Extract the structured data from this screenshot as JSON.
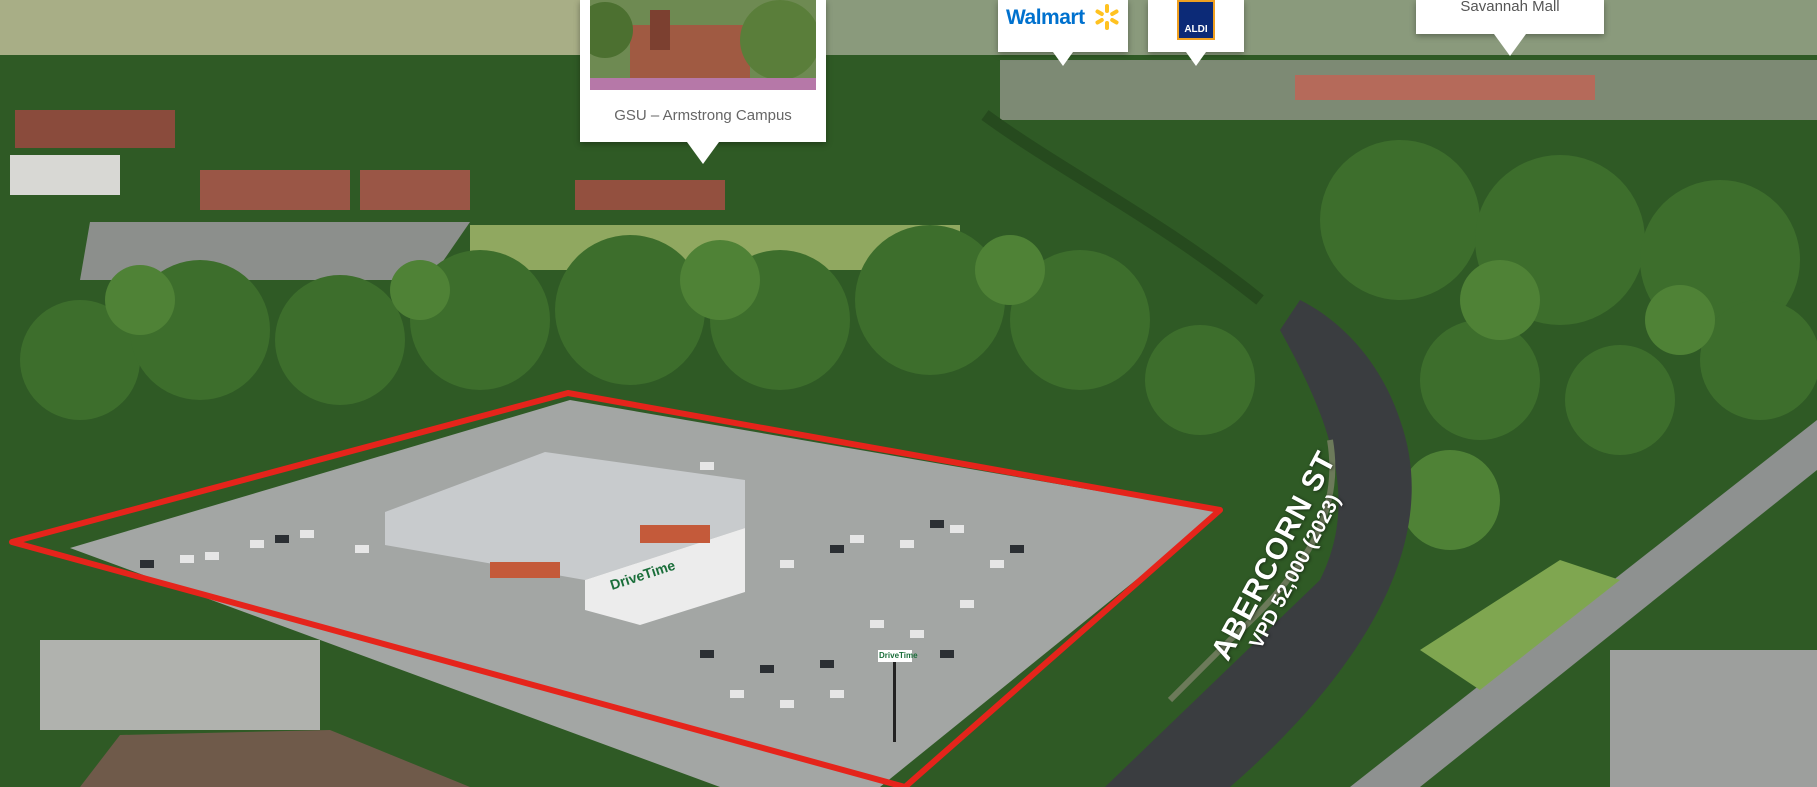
{
  "callouts": {
    "gsu": {
      "label": "GSU – Armstrong Campus"
    },
    "walmart": {
      "label": "Walmart"
    },
    "aldi": {
      "label": "ALDI"
    },
    "mall": {
      "label": "Savannah Mall"
    }
  },
  "road": {
    "name": "ABERCORN ST",
    "traffic": "VPD 52,000 (2023)"
  },
  "signs": {
    "building": "DriveTime",
    "pylon": "DriveTime"
  },
  "colors": {
    "site_boundary": "#e5241b",
    "walmart_blue": "#0071ce",
    "walmart_spark": "#ffc220",
    "aldi_navy": "#0c2a77"
  }
}
